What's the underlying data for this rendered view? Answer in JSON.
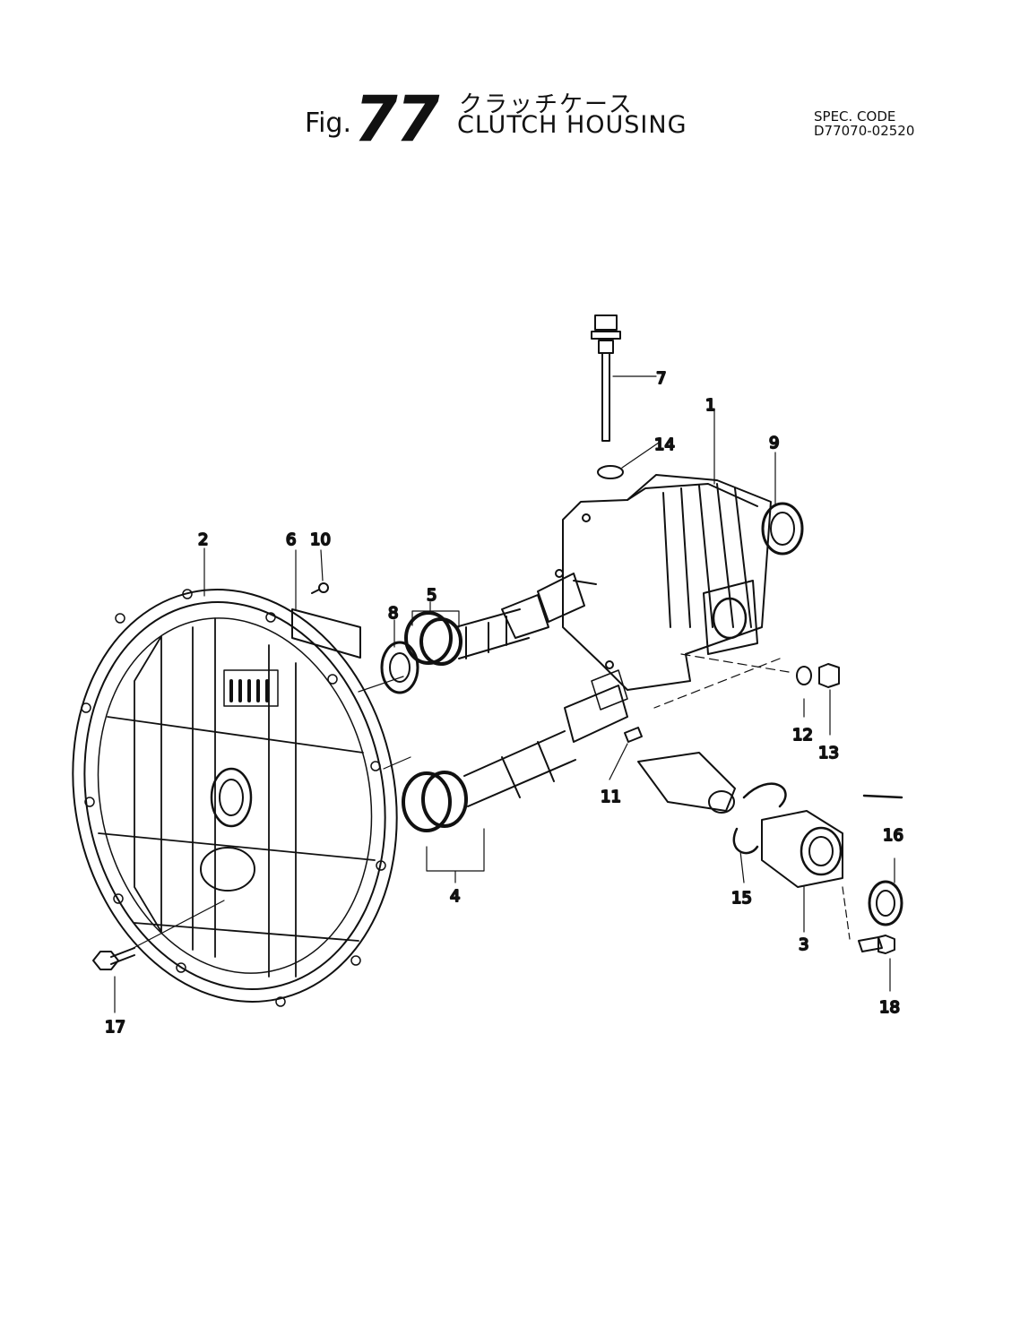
{
  "header": {
    "fig_prefix": "Fig.",
    "fig_number": "77",
    "title_jp": "クラッチケース",
    "title_en": "CLUTCH HOUSING",
    "spec_label": "SPEC. CODE",
    "spec_code": "D77070-02520"
  },
  "callouts": {
    "c1": "1",
    "c2": "2",
    "c3": "3",
    "c4": "4",
    "c5": "5",
    "c6": "6",
    "c7": "7",
    "c8": "8",
    "c9": "9",
    "c10": "10",
    "c11": "11",
    "c12": "12",
    "c13": "13",
    "c14": "14",
    "c15": "15",
    "c16": "16",
    "c17": "17",
    "c18": "18"
  }
}
